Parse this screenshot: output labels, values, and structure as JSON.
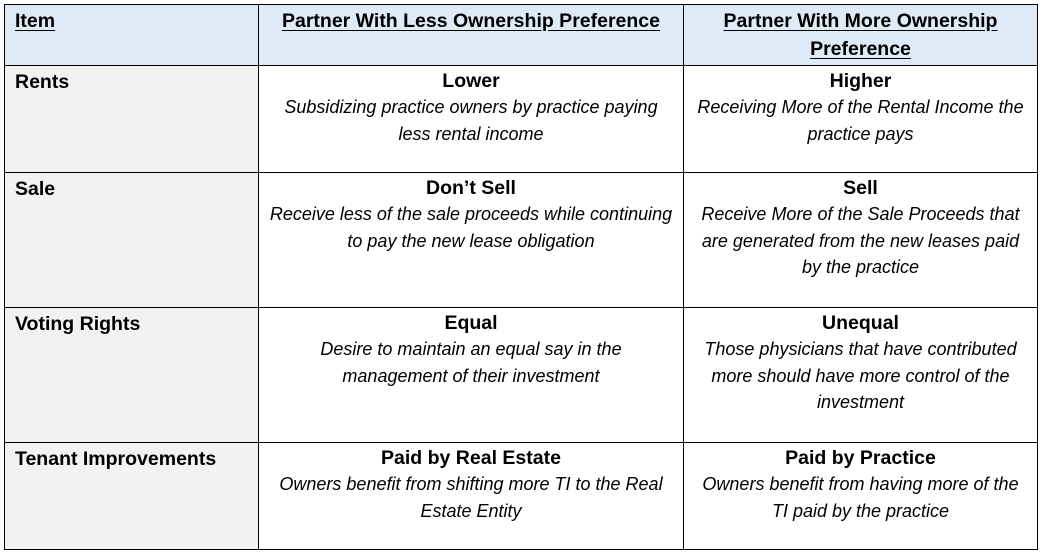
{
  "table": {
    "headers": {
      "item": "Item",
      "less": "Partner With Less Ownership Preference",
      "more": "Partner With More Ownership Preference"
    },
    "header_colors": {
      "header_background": "#deeaf6",
      "item_column_background": "#f2f2f2",
      "border": "#000000"
    },
    "rows": [
      {
        "item": "Rents",
        "less": {
          "title": "Lower",
          "description": "Subsidizing practice owners by practice paying less rental income"
        },
        "more": {
          "title": "Higher",
          "description": "Receiving More of the Rental Income the practice pays"
        }
      },
      {
        "item": "Sale",
        "less": {
          "title": "Don’t Sell",
          "description": "Receive less of the sale proceeds while continuing to pay the new lease obligation"
        },
        "more": {
          "title": "Sell",
          "description": "Receive More of the Sale Proceeds that are generated from the new leases paid by the practice"
        }
      },
      {
        "item": "Voting Rights",
        "less": {
          "title": "Equal",
          "description": "Desire to maintain an equal say in the management of their investment"
        },
        "more": {
          "title": "Unequal",
          "description": "Those physicians that have contributed more should have more control of the investment"
        }
      },
      {
        "item": "Tenant Improvements",
        "less": {
          "title": "Paid by Real Estate",
          "description": "Owners benefit from shifting more TI to the Real Estate Entity"
        },
        "more": {
          "title": "Paid by Practice",
          "description": "Owners benefit from having more of the TI paid by the practice"
        }
      }
    ]
  }
}
